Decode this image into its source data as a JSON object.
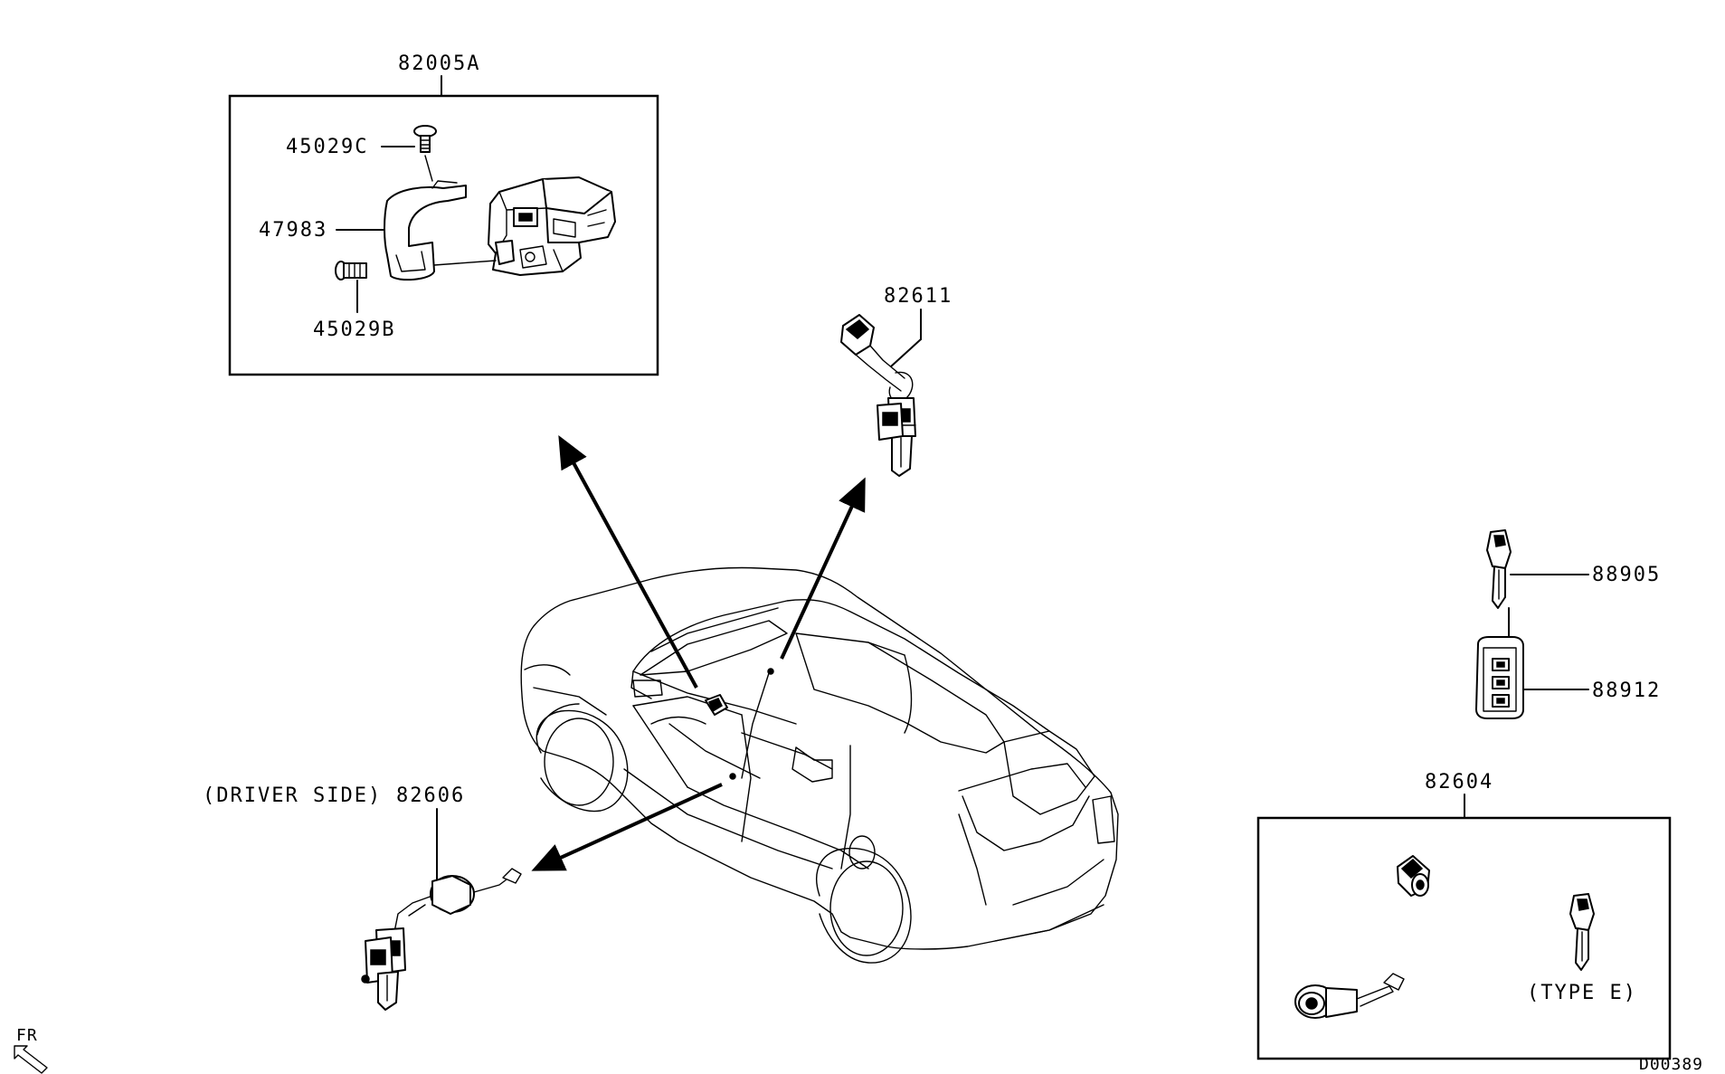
{
  "drawing_id": "D00389",
  "direction_label": "FR",
  "parts": {
    "ignition_switch_assembly": "82005A",
    "screw_upper": "45029C",
    "cover": "47983",
    "screw_lower": "45029B",
    "cylinder_key_set": "82611",
    "key_blank": "88905",
    "remote_transmitter": "88912",
    "lock_cylinder_set": "82604",
    "type_note": "(TYPE E)",
    "door_lock_cylinder": "82606",
    "door_note": "(DRIVER SIDE)"
  }
}
